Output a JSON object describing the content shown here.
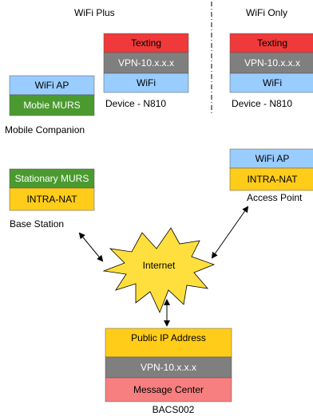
{
  "headers": {
    "left": "WiFi Plus",
    "right": "WiFi Only"
  },
  "device_left": {
    "rows": [
      "Texting",
      "VPN-10.x.x.x",
      "WiFi"
    ],
    "caption": "Device - N810"
  },
  "device_right": {
    "rows": [
      "Texting",
      "VPN-10.x.x.x",
      "WiFi"
    ],
    "caption": "Device - N810"
  },
  "mobile_companion": {
    "rows": [
      "WiFi AP",
      "Mobie MURS"
    ],
    "caption": "Mobile Companion"
  },
  "base_station": {
    "rows": [
      "Stationary MURS",
      "INTRA-NAT"
    ],
    "caption": "Base Station"
  },
  "access_point": {
    "rows": [
      "WiFi AP",
      "INTRA-NAT"
    ],
    "caption": "Access Point"
  },
  "internet": {
    "label": "Internet"
  },
  "server": {
    "rows": [
      "Public IP Address",
      "VPN-10.x.x.x",
      "Message Center"
    ],
    "caption": "BACS002"
  },
  "colors": {
    "texting": "#f0393a",
    "vpn": "#7f7f7f",
    "wifi": "#99ccff",
    "murs": "#4b9a30",
    "nat": "#ffcc1a",
    "message_center": "#f77f7f",
    "starburst": "#ffdf3d"
  }
}
